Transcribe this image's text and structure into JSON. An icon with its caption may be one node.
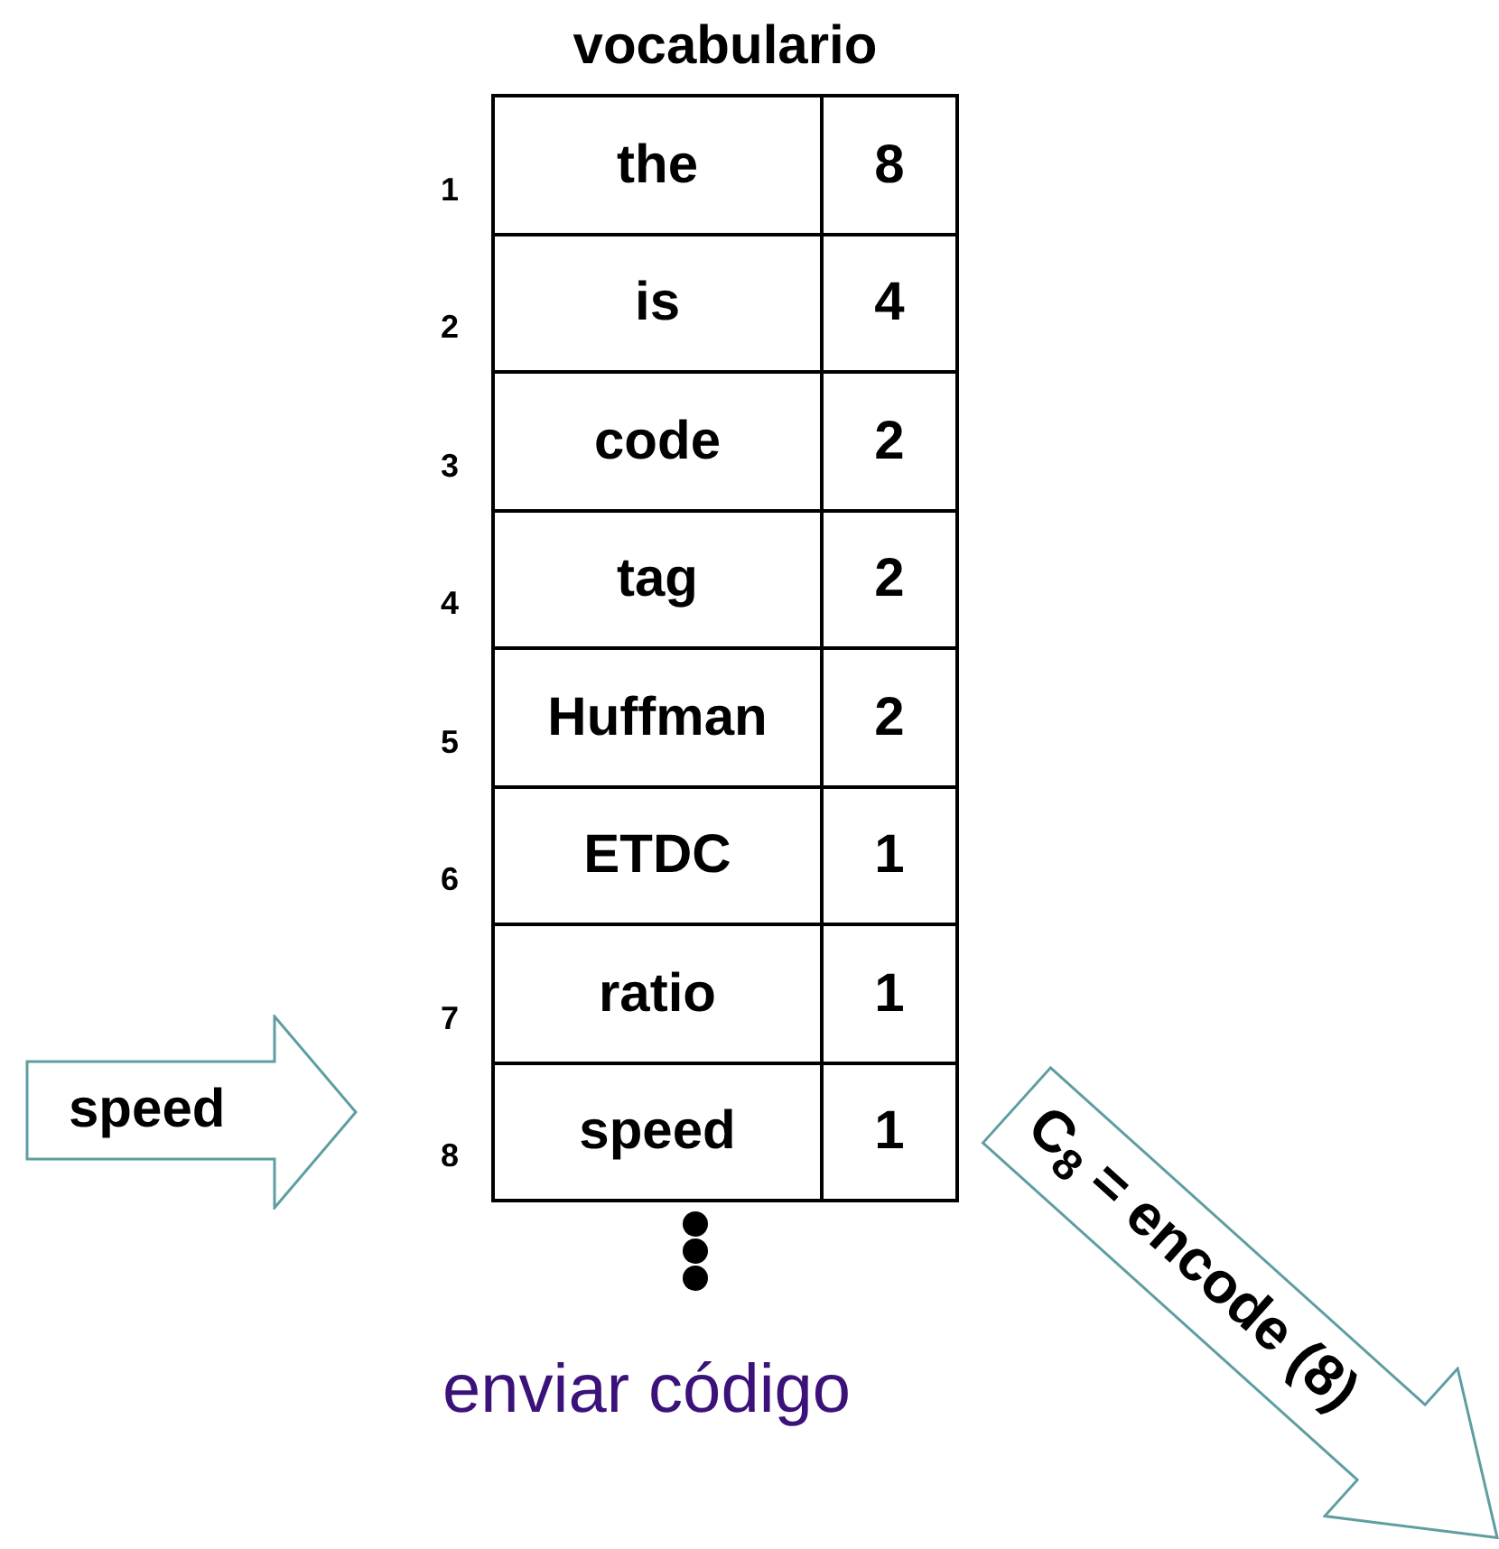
{
  "diagram": {
    "nodes": [
      {
        "text": [
          "vocabulario"
        ]
      },
      {
        "text": [
          "the",
          "8"
        ],
        "beside": [
          "1"
        ],
        "in": 0
      },
      {
        "text": [
          "is",
          "4"
        ],
        "beside": [
          "2"
        ],
        "in": 0
      },
      {
        "text": [
          "code",
          "2"
        ],
        "beside": [
          "3"
        ],
        "in": 0
      },
      {
        "text": [
          "tag",
          "2"
        ],
        "beside": [
          "4"
        ],
        "in": 0
      },
      {
        "text": [
          "Huffman",
          "2"
        ],
        "beside": [
          "5"
        ],
        "in": 0
      },
      {
        "text": [
          "ETDC",
          "1"
        ],
        "beside": [
          "6"
        ],
        "in": 0
      },
      {
        "text": [
          "ratio",
          "1"
        ],
        "beside": [
          "7"
        ],
        "in": 0
      },
      {
        "text": [
          "speed",
          "1"
        ],
        "beside": [
          "8"
        ],
        "in": 0
      },
      {
        "text": [
          "speed"
        ]
      },
      {
        "text": [
          "C$_{8}$ = encode (8)"
        ]
      }
    ],
    "labels": [
      "enviar código"
    ]
  }
}
